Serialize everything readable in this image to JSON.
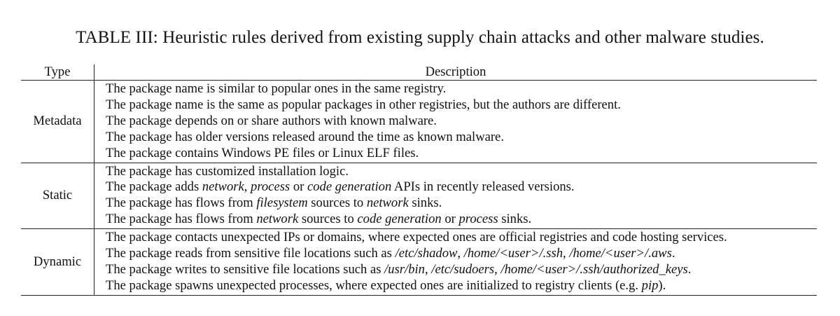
{
  "caption": "TABLE III: Heuristic rules derived from existing supply chain attacks and other malware studies.",
  "headers": {
    "type": "Type",
    "description": "Description"
  },
  "groups": [
    {
      "type": "Metadata",
      "rows": [
        [
          {
            "t": "The package name is similar to popular ones in the same registry."
          }
        ],
        [
          {
            "t": "The package name is the same as popular packages in other registries, but the authors are different."
          }
        ],
        [
          {
            "t": "The package depends on or share authors with known malware."
          }
        ],
        [
          {
            "t": "The package has older versions released around the time as known malware."
          }
        ],
        [
          {
            "t": "The package contains Windows PE files or Linux ELF files."
          }
        ]
      ]
    },
    {
      "type": "Static",
      "rows": [
        [
          {
            "t": "The package has customized installation logic."
          }
        ],
        [
          {
            "t": "The package adds "
          },
          {
            "t": "network",
            "i": true
          },
          {
            "t": ", "
          },
          {
            "t": "process",
            "i": true
          },
          {
            "t": " or "
          },
          {
            "t": "code generation",
            "i": true
          },
          {
            "t": " APIs in recently released versions."
          }
        ],
        [
          {
            "t": "The package has flows from "
          },
          {
            "t": "filesystem",
            "i": true
          },
          {
            "t": " sources to "
          },
          {
            "t": "network",
            "i": true
          },
          {
            "t": " sinks."
          }
        ],
        [
          {
            "t": "The package has flows from "
          },
          {
            "t": "network",
            "i": true
          },
          {
            "t": " sources to "
          },
          {
            "t": "code generation",
            "i": true
          },
          {
            "t": " or "
          },
          {
            "t": "process",
            "i": true
          },
          {
            "t": " sinks."
          }
        ]
      ]
    },
    {
      "type": "Dynamic",
      "rows": [
        [
          {
            "t": "The package contacts unexpected IPs or domains, where expected ones are official registries and code hosting services."
          }
        ],
        [
          {
            "t": "The package reads from sensitive file locations such as "
          },
          {
            "t": "/etc/shadow",
            "i": true
          },
          {
            "t": ", "
          },
          {
            "t": "/home/<user>/.ssh",
            "i": true
          },
          {
            "t": ", "
          },
          {
            "t": "/home/<user>/.aws",
            "i": true
          },
          {
            "t": "."
          }
        ],
        [
          {
            "t": "The package writes to sensitive file locations such as "
          },
          {
            "t": "/usr/bin",
            "i": true
          },
          {
            "t": ", "
          },
          {
            "t": "/etc/sudoers",
            "i": true
          },
          {
            "t": ", "
          },
          {
            "t": "/home/<user>/.ssh/authorized_keys",
            "i": true
          },
          {
            "t": "."
          }
        ],
        [
          {
            "t": "The package spawns unexpected processes, where expected ones are initialized to registry clients (e.g. "
          },
          {
            "t": "pip",
            "i": true
          },
          {
            "t": ")."
          }
        ]
      ]
    }
  ]
}
